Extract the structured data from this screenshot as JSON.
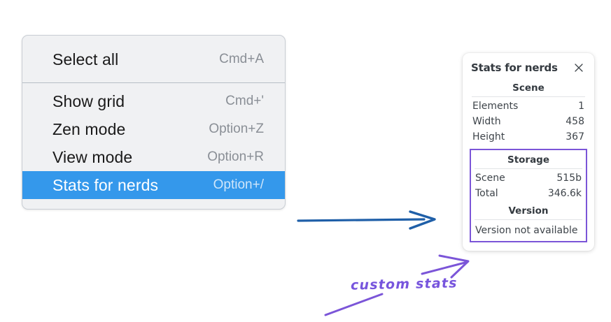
{
  "menu": {
    "groups": [
      {
        "items": [
          {
            "label": "Select all",
            "shortcut": "Cmd+A",
            "selected": false
          }
        ]
      },
      {
        "items": [
          {
            "label": "Show grid",
            "shortcut": "Cmd+'",
            "selected": false
          },
          {
            "label": "Zen mode",
            "shortcut": "Option+Z",
            "selected": false
          },
          {
            "label": "View mode",
            "shortcut": "Option+R",
            "selected": false
          },
          {
            "label": "Stats for nerds",
            "shortcut": "Option+/",
            "selected": true
          }
        ]
      }
    ],
    "highlight_color": "#3498eb",
    "background_color": "#f0f1f3"
  },
  "stats_panel": {
    "title": "Stats for nerds",
    "close_icon": "close-icon",
    "sections": [
      {
        "title": "Scene",
        "rows": [
          {
            "key": "Elements",
            "value": "1"
          },
          {
            "key": "Width",
            "value": "458"
          },
          {
            "key": "Height",
            "value": "367"
          }
        ]
      },
      {
        "title": "Storage",
        "rows": [
          {
            "key": "Scene",
            "value": "515b"
          },
          {
            "key": "Total",
            "value": "346.6k"
          }
        ]
      },
      {
        "title": "Version",
        "note": "Version not available"
      }
    ],
    "highlight_box_color": "#7b55d8"
  },
  "annotations": {
    "label": "custom stats",
    "label_color": "#7755dd",
    "pointer_color": "#7b55d8",
    "flow_arrow_color": "#1f5fa8"
  }
}
